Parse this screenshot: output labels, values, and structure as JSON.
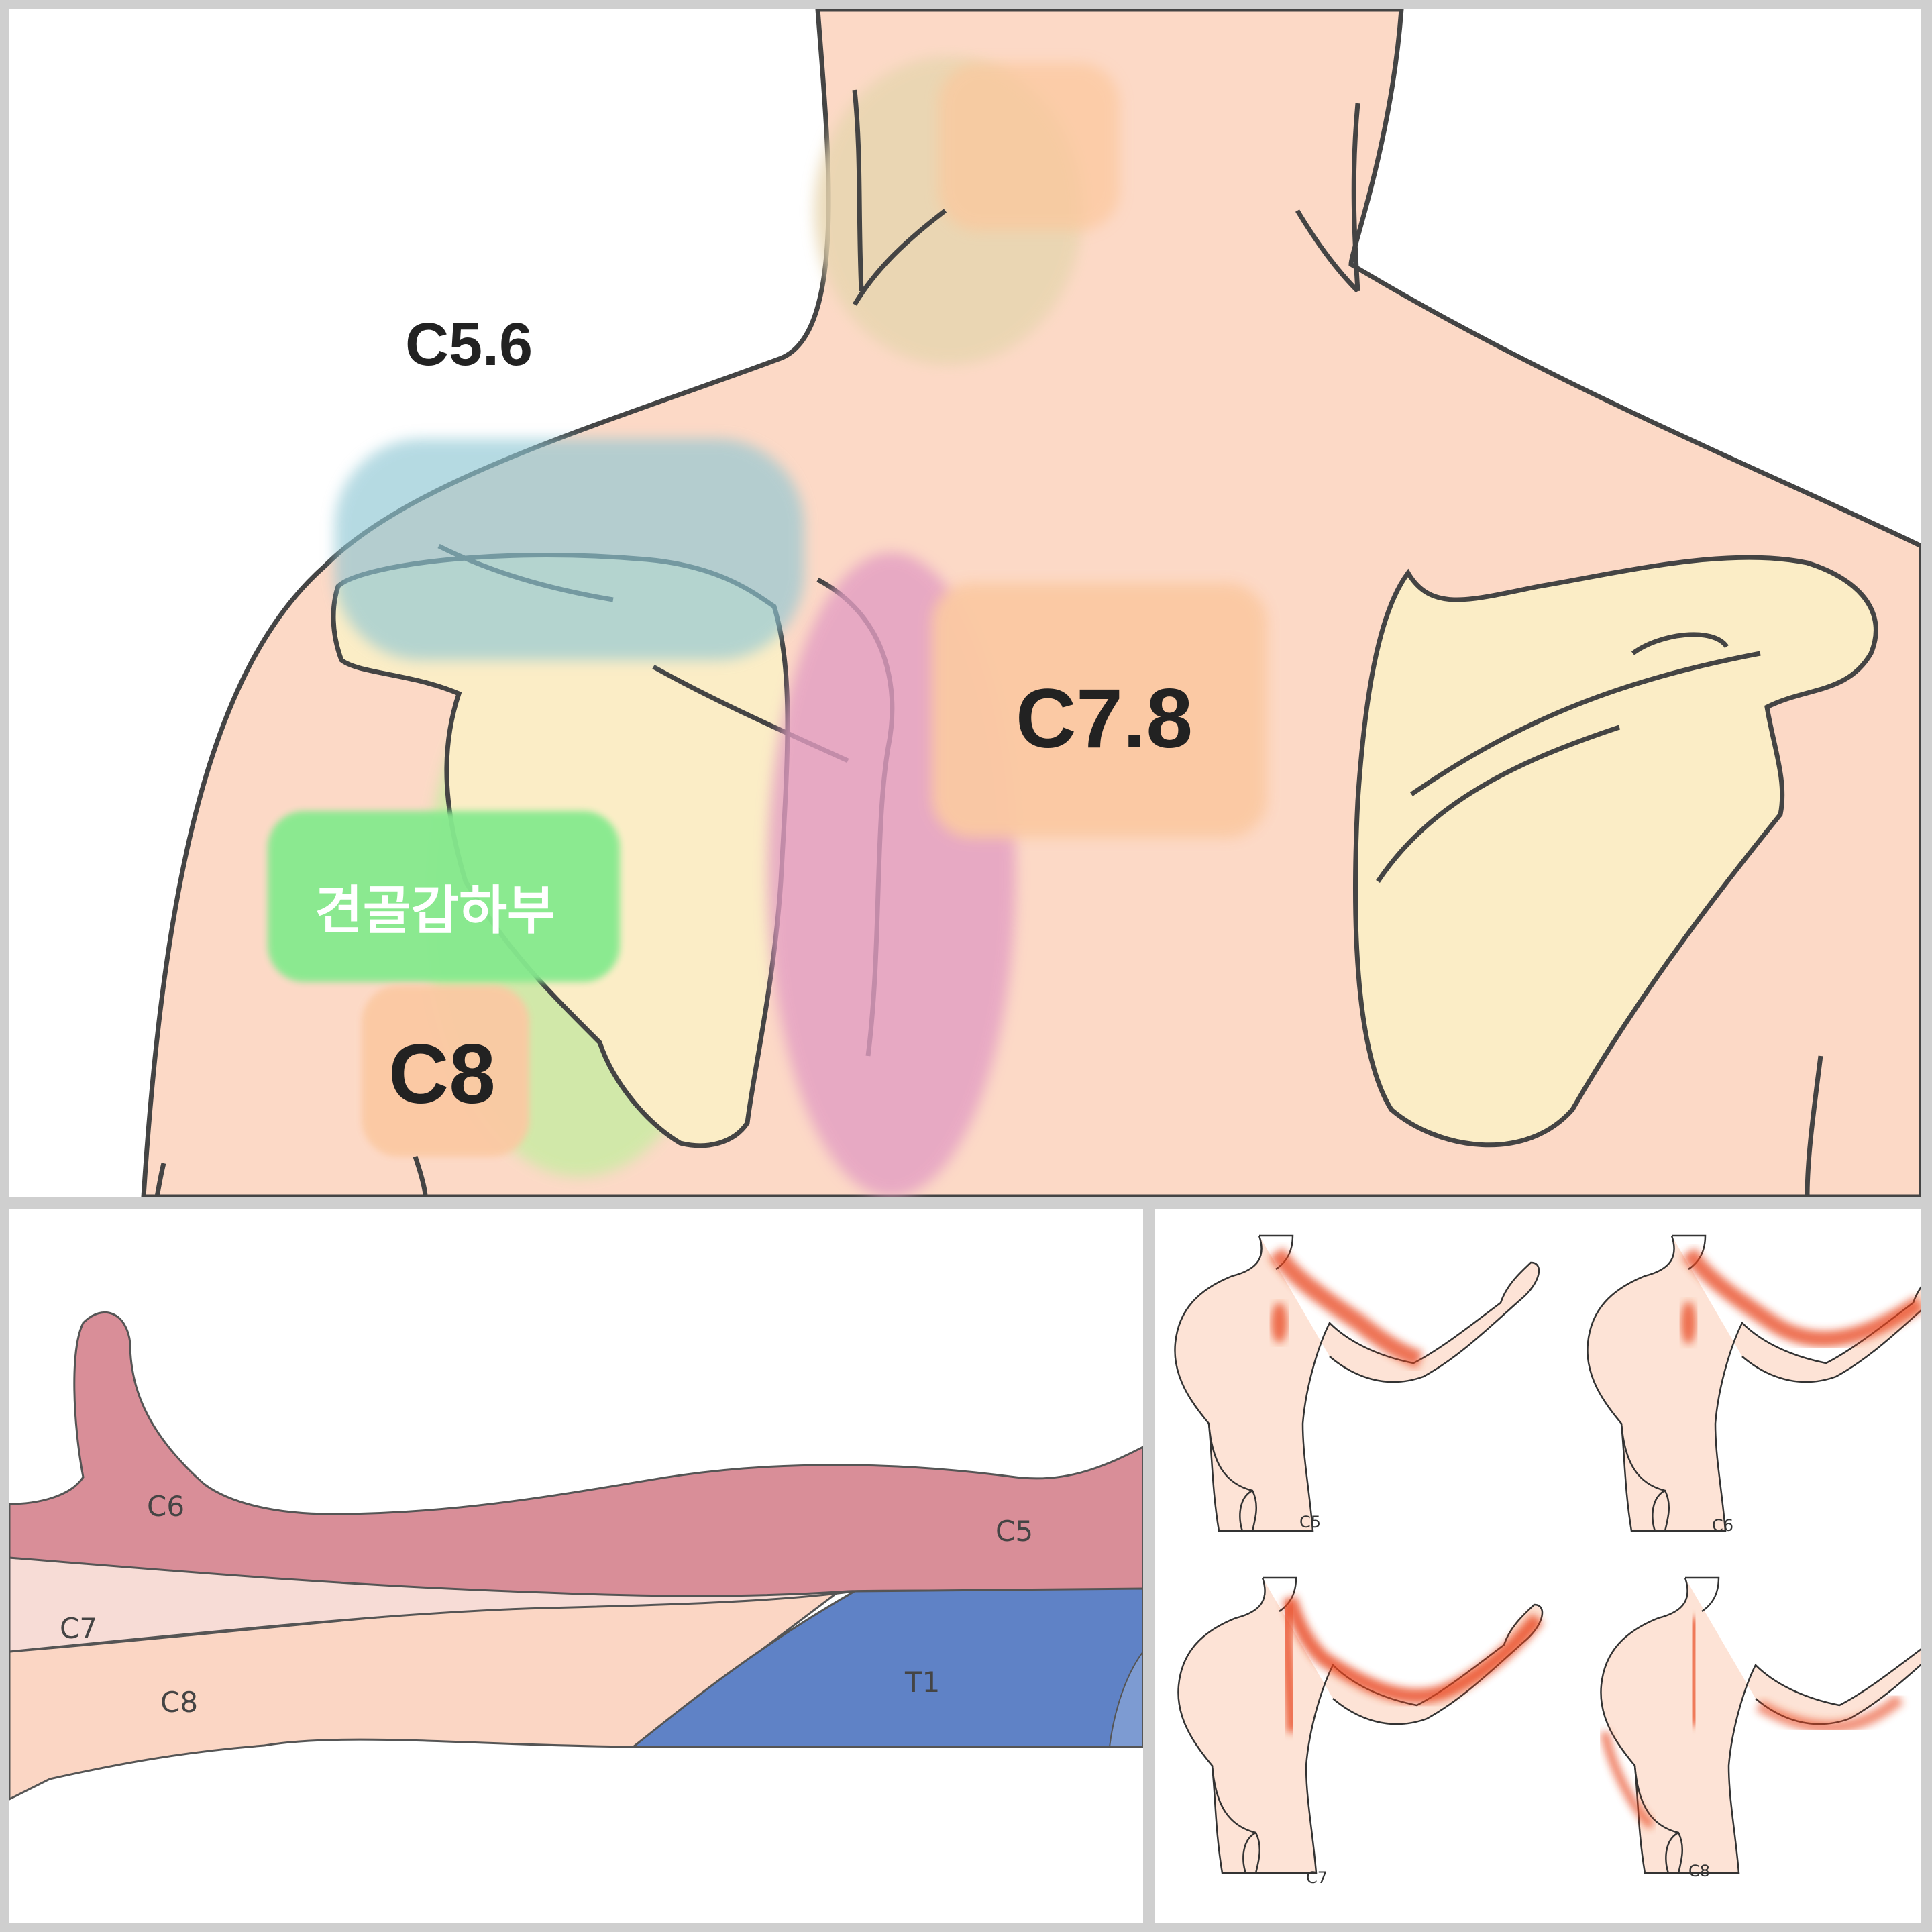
{
  "top_panel": {
    "labels": {
      "c56": "C5.6",
      "c78": "C7.8",
      "infra": "견골갑하부",
      "c8": "C8"
    },
    "colors": {
      "skin": "#fcd9c6",
      "bone": "#fbedc6",
      "c56_zone": "#a9d6de",
      "c78_zone": "#fbc9a3",
      "infra_zone": "#86ea8e",
      "green_zone": "#cdeaa6",
      "pink_zone": "#e39ec3",
      "neck_zone": "#e8d6b0"
    }
  },
  "arm_panel": {
    "labels": {
      "c6": "C6",
      "c5": "C5",
      "c7": "C7",
      "c8": "C8",
      "t1": "T1"
    },
    "colors": {
      "c6_c5": "#d98e98",
      "c7": "#f7dcd6",
      "c8": "#fbd6c4",
      "t1": "#5f82c6"
    }
  },
  "figures_panel": {
    "captions": [
      "C5",
      "C6",
      "C7",
      "C8"
    ],
    "colors": {
      "skin": "#fde3d6",
      "pain": "#e8441c"
    }
  }
}
